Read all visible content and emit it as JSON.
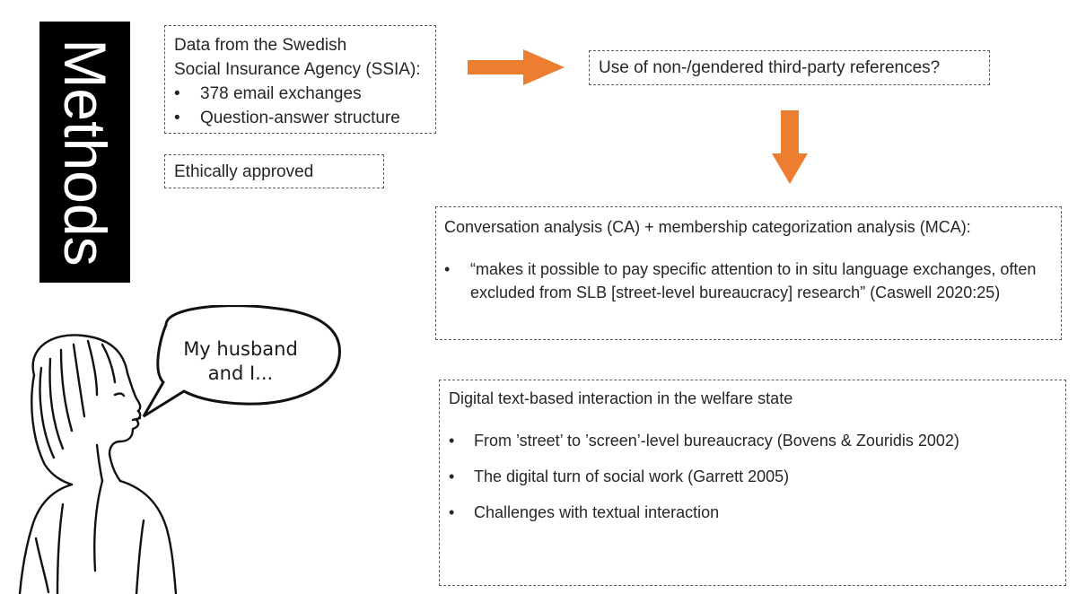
{
  "title": "Methods",
  "data_box": {
    "line1": "Data from the Swedish",
    "line2": "Social Insurance Agency (SSIA):",
    "bullets": [
      "378 email exchanges",
      "Question-answer structure"
    ]
  },
  "ethics_box": {
    "text": "Ethically approved"
  },
  "question_box": {
    "text": "Use of non-/gendered third-party references?"
  },
  "ca_box": {
    "heading": "Conversation analysis (CA) + membership categorization analysis (MCA):",
    "quote": "“makes it possible to pay specific attention to in situ language exchanges, often excluded from SLB [street-level bureaucracy] research” (Caswell 2020:25)"
  },
  "digital_box": {
    "heading": "Digital text-based interaction in the welfare state",
    "bullets": [
      "From ’street’ to ’screen’-level bureaucracy (Bovens & Zouridis 2002)",
      "The digital turn of social work (Garrett 2005)",
      "Challenges with textual interaction"
    ]
  },
  "speech_bubble": {
    "line1": "My husband",
    "line2": "and I..."
  },
  "colors": {
    "arrow": "#ed7d31",
    "title_bg": "#000000",
    "border": "#5a5a5a"
  },
  "icons": {
    "arrow_right": "arrow-right-icon",
    "arrow_down": "arrow-down-icon"
  }
}
